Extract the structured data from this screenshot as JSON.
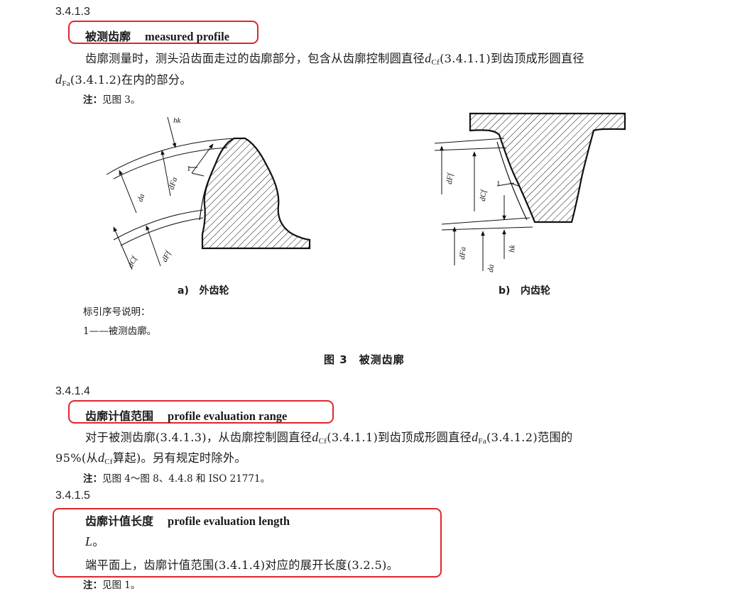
{
  "s1": {
    "number": "3.4.1.3",
    "term_zh": "被测齿廓",
    "term_en": "measured profile",
    "def_line1_a": "齿廓测量时，测头沿齿面走过的齿廓部分，包含从齿廓控制圆直径",
    "def_line1_sym": "d",
    "def_line1_sub": "Cf",
    "def_line1_b": "(3.4.1.1)到齿顶成形圆直径",
    "def_line2_sym": "d",
    "def_line2_sub": "Fa",
    "def_line2_b": "(3.4.1.2)在内的部分。",
    "note_label": "注：",
    "note_text": "见图 3。"
  },
  "figure": {
    "caption_a_letter": "a)",
    "caption_a": "外齿轮",
    "caption_b_letter": "b)",
    "caption_b": "内齿轮",
    "key_title": "标引序号说明：",
    "key_item": "1——被测齿廓。",
    "title": "图 3　被测齿廓",
    "labels_a": {
      "hk": "hk",
      "one": "1",
      "dfa": "dFa",
      "da": "da",
      "dcf": "dCf",
      "dff": "dFf"
    },
    "labels_b": {
      "dff": "dFf",
      "dcf": "dCf",
      "one": "1",
      "dfa": "dFa",
      "da": "da",
      "hk": "hk"
    }
  },
  "s2": {
    "number": "3.4.1.4",
    "term_zh": "齿廓计值范围",
    "term_en": "profile evaluation range",
    "def_line1_a": "对于被测齿廓(3.4.1.3)，从齿廓控制圆直径",
    "def_line1_sym1": "d",
    "def_line1_sub1": "Cf",
    "def_line1_b": "(3.4.1.1)到齿顶成形圆直径",
    "def_line1_sym2": "d",
    "def_line1_sub2": "Fa",
    "def_line1_c": "(3.4.1.2)范围的",
    "def_line2_a": "95%(从",
    "def_line2_sym": "d",
    "def_line2_sub": "Cf",
    "def_line2_b": "算起)。另有规定时除外。",
    "note_label": "注：",
    "note_text": "见图 4～图 8、4.4.8 和 ISO 21771。"
  },
  "s3": {
    "number": "3.4.1.5",
    "term_zh": "齿廓计值长度",
    "term_en": "profile evaluation length",
    "symbol": "L",
    "symbol_suffix": "。",
    "def": "端平面上，齿廓计值范围(3.4.1.4)对应的展开长度(3.2.5)。",
    "note_label": "注：",
    "note_text": "见图 1。"
  },
  "colors": {
    "highlight": "#e0262b",
    "text": "#1a1a1a"
  }
}
